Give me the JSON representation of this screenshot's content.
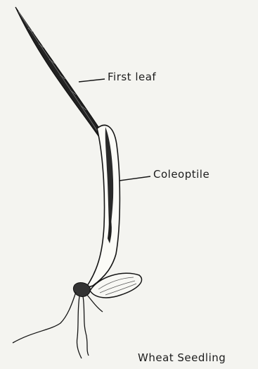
{
  "labels": {
    "first_leaf": "First leaf",
    "coleoptile": "Coleoptile"
  },
  "caption": "Wheat Seedling",
  "colors": {
    "ink": "#1c1c1c",
    "paper": "#f4f4f0"
  }
}
